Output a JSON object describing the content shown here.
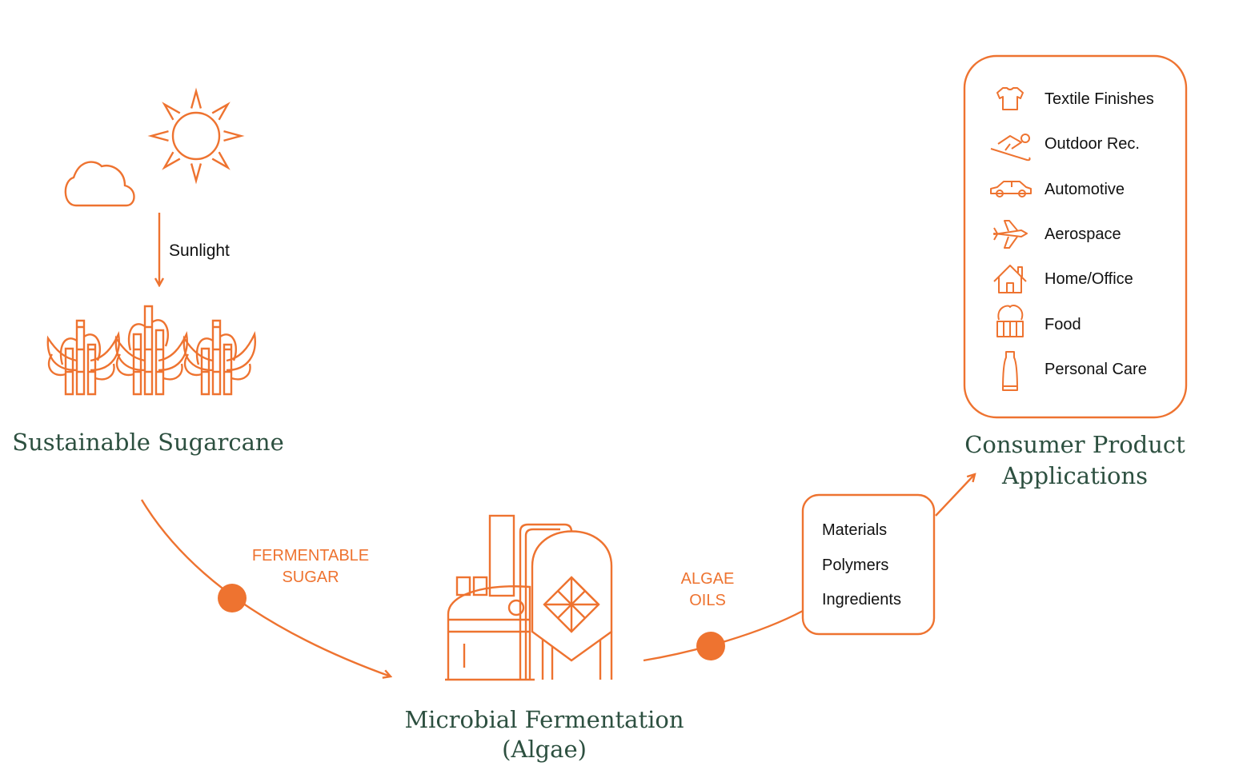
{
  "sunlight_label": "Sunlight",
  "sugarcane": {
    "title": "Sustainable Sugarcane"
  },
  "fermentable": {
    "line1": "FERMENTABLE",
    "line2": "SUGAR"
  },
  "fermentation": {
    "line1": "Microbial Fermentation",
    "line2": "(Algae)"
  },
  "algae": {
    "line1": "ALGAE",
    "line2": "OILS"
  },
  "products_box": {
    "items": [
      "Materials",
      "Polymers",
      "Ingredients"
    ]
  },
  "consumer": {
    "line1": "Consumer Product",
    "line2": "Applications",
    "applications": [
      {
        "label": "Textile Finishes",
        "icon": "shirt-icon"
      },
      {
        "label": "Outdoor Rec.",
        "icon": "skier-icon"
      },
      {
        "label": "Automotive",
        "icon": "car-icon"
      },
      {
        "label": "Aerospace",
        "icon": "airplane-icon"
      },
      {
        "label": "Home/Office",
        "icon": "house-icon"
      },
      {
        "label": "Food",
        "icon": "cupcake-icon"
      },
      {
        "label": "Personal Care",
        "icon": "tube-icon"
      }
    ]
  },
  "colors": {
    "accent": "#ee7330",
    "title": "#2d5040",
    "text": "#111111"
  }
}
